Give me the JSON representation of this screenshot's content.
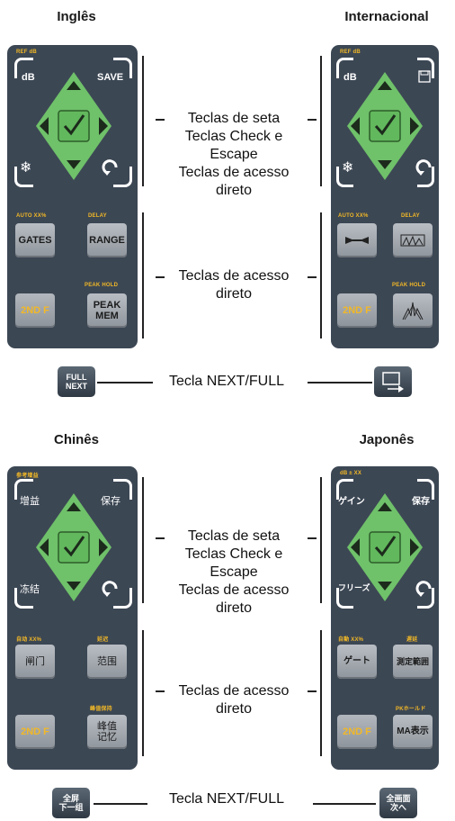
{
  "titles": {
    "en": "Inglês",
    "intl": "Internacional",
    "zh": "Chinês",
    "ja": "Japonês"
  },
  "labels": {
    "arrow_keys": "Teclas de seta",
    "check_escape_1": "Teclas Check e",
    "check_escape_2": "Escape",
    "direct_1": "Teclas de acesso",
    "direct_2": "direto",
    "direct_b1": "Teclas de acesso",
    "direct_b2": "direto",
    "next_full": "Tecla NEXT/FULL"
  },
  "panels": {
    "en": {
      "top_tiny": "REF dB",
      "tl": "dB",
      "tr": "SAVE",
      "k1_tiny": "AUTO XX%",
      "k1": "GATES",
      "k2_tiny": "DELAY",
      "k2": "RANGE",
      "k3": "2ND F",
      "k4_tiny": "PEAK HOLD",
      "k4a": "PEAK",
      "k4b": "MEM",
      "next_top": "FULL",
      "next_bot": "NEXT"
    },
    "intl": {
      "top_tiny": "REF dB",
      "tl": "dB",
      "k1_tiny": "AUTO XX%",
      "k2_tiny": "DELAY",
      "k3": "2ND F",
      "k4_tiny": "PEAK HOLD"
    },
    "zh": {
      "top_tiny": "参考增益",
      "tl": "增益",
      "tr": "保存",
      "bl": "冻结",
      "k1_tiny": "自动 XX%",
      "k1": "闸门",
      "k2_tiny": "延迟",
      "k2": "范围",
      "k3": "2ND F",
      "k4_tiny": "峰值保持",
      "k4a": "峰值",
      "k4b": "记忆",
      "next_top": "全屏",
      "next_bot": "下一组"
    },
    "ja": {
      "top_tiny": "dB ± XX",
      "tl": "ゲイン",
      "tr": "保存",
      "bl": "フリーズ",
      "k1_tiny": "自動 XX%",
      "k1": "ゲート",
      "k2_tiny": "遅延",
      "k2": "測定範囲",
      "k3": "2ND F",
      "k4_tiny": "PKホールド",
      "k4": "MA表示",
      "next_top": "全画面",
      "next_bot": "次へ"
    }
  }
}
